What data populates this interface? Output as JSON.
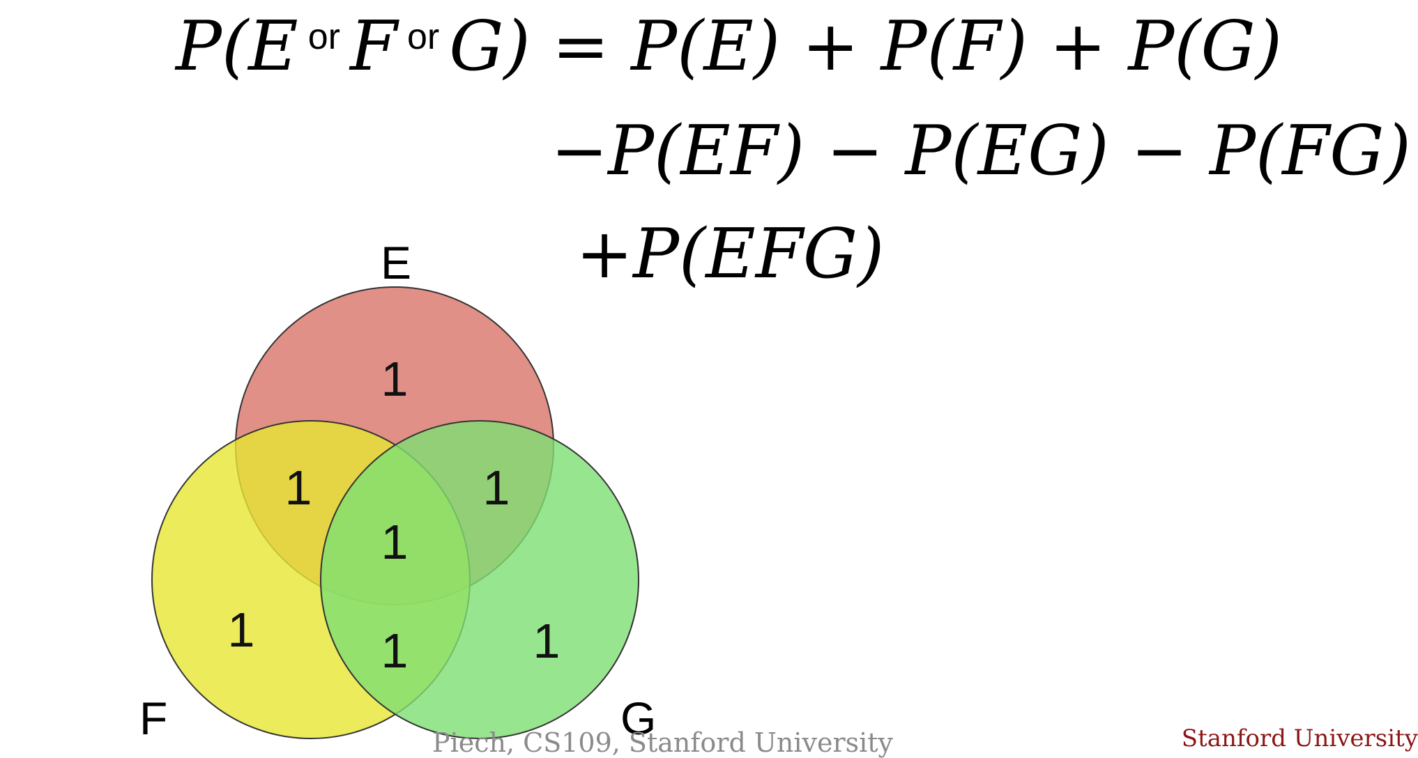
{
  "formula": {
    "line1": {
      "lhs_start": "P(E",
      "or1": "or",
      "lhs_mid": "F",
      "or2": "or",
      "lhs_end": "G) = P(E) + P(F) + P(G)"
    },
    "line2": "−P(EF) − P(EG) − P(FG)",
    "line3": "+P(EFG)"
  },
  "venn": {
    "sets": [
      {
        "label": "E",
        "color": "#d9746a"
      },
      {
        "label": "F",
        "color": "#e6e633"
      },
      {
        "label": "G",
        "color": "#7ede73"
      }
    ],
    "regions": {
      "e_only": "1",
      "ef": "1",
      "eg": "1",
      "efg": "1",
      "f_only": "1",
      "fg": "1",
      "g_only": "1"
    }
  },
  "footer": {
    "center": "Piech, CS109, Stanford University",
    "right": "Stanford University"
  }
}
